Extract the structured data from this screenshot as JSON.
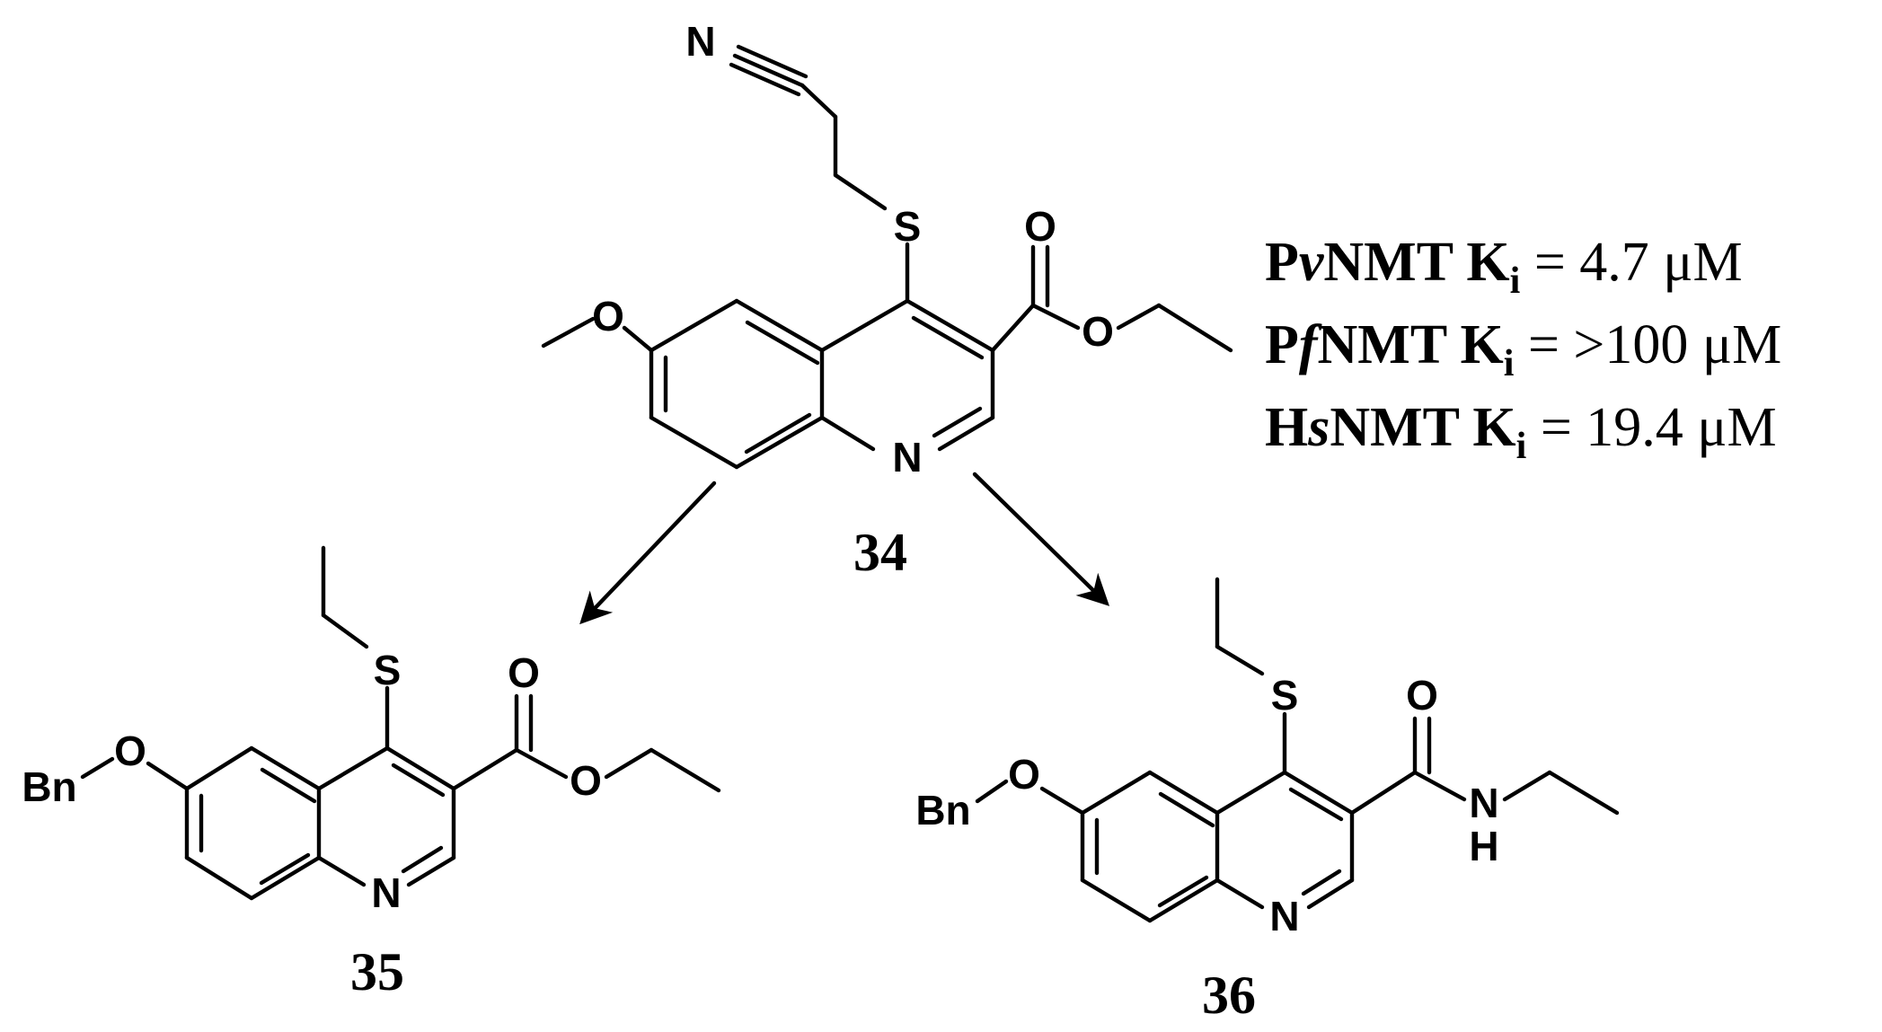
{
  "compounds": [
    {
      "id": "34",
      "atoms": {
        "n_nitrile": "N",
        "s": "S",
        "o_methoxy": "O",
        "o_carbonyl": "O",
        "o_ester": "O",
        "n_ring": "N"
      }
    },
    {
      "id": "35",
      "atoms": {
        "s": "S",
        "o_ether": "O",
        "bn": "Bn",
        "o_carbonyl": "O",
        "o_ester": "O",
        "n_ring": "N"
      }
    },
    {
      "id": "36",
      "atoms": {
        "s": "S",
        "o_ether": "O",
        "bn": "Bn",
        "o_carbonyl": "O",
        "n_amide": "N",
        "h_amide": "H",
        "n_ring": "N"
      }
    }
  ],
  "activity": [
    {
      "prefix": "P",
      "species": "v",
      "enzyme": "NMT K",
      "sub": "i",
      "value": " = 4.7 μM"
    },
    {
      "prefix": "P",
      "species": "f",
      "enzyme": "NMT K",
      "sub": "i",
      "value": " = >100 μM"
    },
    {
      "prefix": "H",
      "species": "s",
      "enzyme": "NMT K",
      "sub": "i",
      "value": " = 19.4 μM"
    }
  ],
  "arrows": [
    "34 → 35",
    "34 → 36"
  ]
}
